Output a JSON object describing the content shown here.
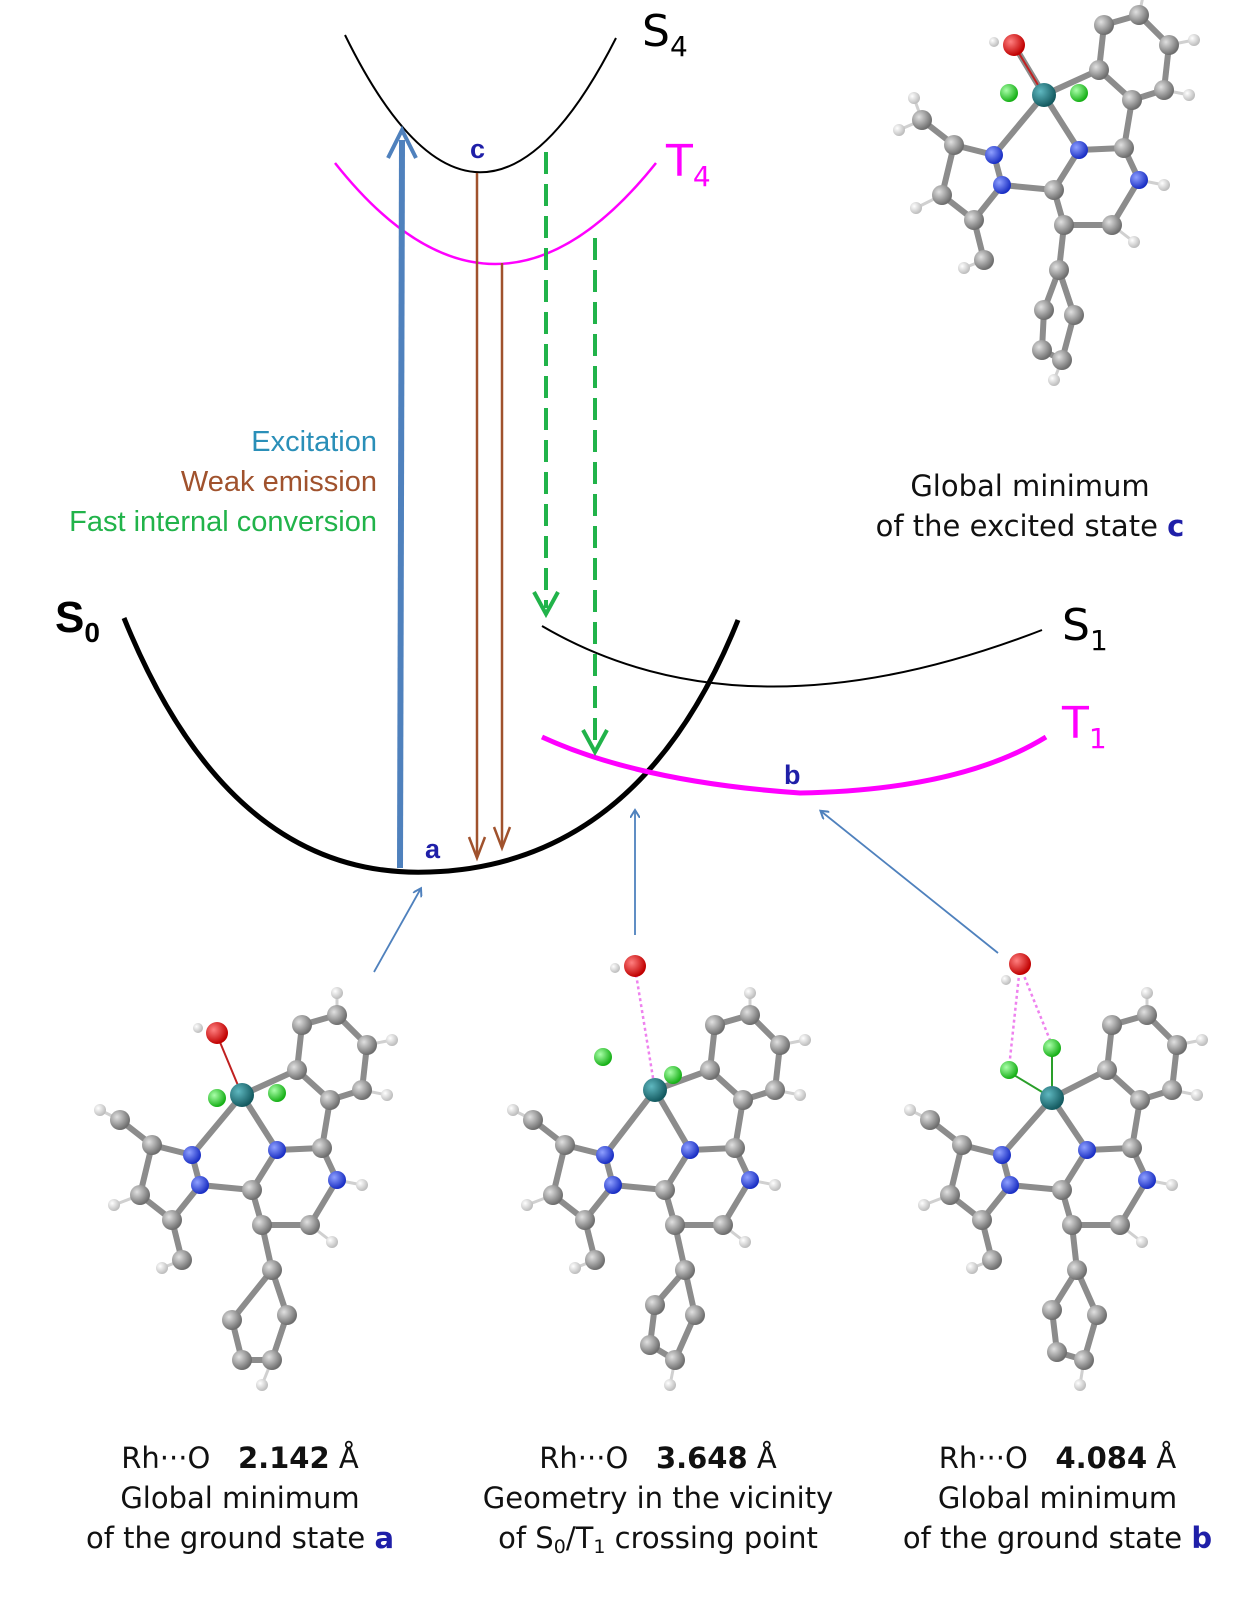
{
  "states": {
    "S4": {
      "name": "S",
      "sub": "4"
    },
    "T4": {
      "name": "T",
      "sub": "4"
    },
    "S0": {
      "name": "S",
      "sub": "0"
    },
    "S1": {
      "name": "S",
      "sub": "1"
    },
    "T1": {
      "name": "T",
      "sub": "1"
    }
  },
  "points": {
    "a": "a",
    "b": "b",
    "c": "c"
  },
  "legend": {
    "excitation": "Excitation",
    "weak_emission": "Weak emission",
    "fast_ic": "Fast internal conversion"
  },
  "captions": {
    "c": {
      "line1": "Global minimum",
      "line2": "of the excited state",
      "point": "c"
    },
    "a": {
      "bond": "Rh···O",
      "value": "2.142",
      "unit": "Å",
      "line1": "Global minimum",
      "line2": "of the ground state",
      "point": "a"
    },
    "mid": {
      "bond": "Rh···O",
      "value": "3.648",
      "unit": "Å",
      "line1": "Geometry in the vicinity",
      "line2_pre": "of S",
      "line2_sub1": "0",
      "line2_mid": "/T",
      "line2_sub2": "1",
      "line2_post": " crossing point"
    },
    "b": {
      "bond": "Rh···O",
      "value": "4.084",
      "unit": "Å",
      "line1": "Global minimum",
      "line2": "of the ground state",
      "point": "b"
    }
  },
  "colors": {
    "S_curve": "#000000",
    "T_curve": "#ff00ff",
    "excitation": "#4f81bd",
    "emission": "#a0522d",
    "internal_conversion": "#21b34a",
    "point_label": "#1f1fa8",
    "carbon": "#8c8c8c",
    "nitrogen": "#2a44e0",
    "oxygen": "#e01010",
    "chlorine": "#2fe02f",
    "rhodium": "#1f7f87",
    "hydrogen": "#e6e6e6"
  }
}
